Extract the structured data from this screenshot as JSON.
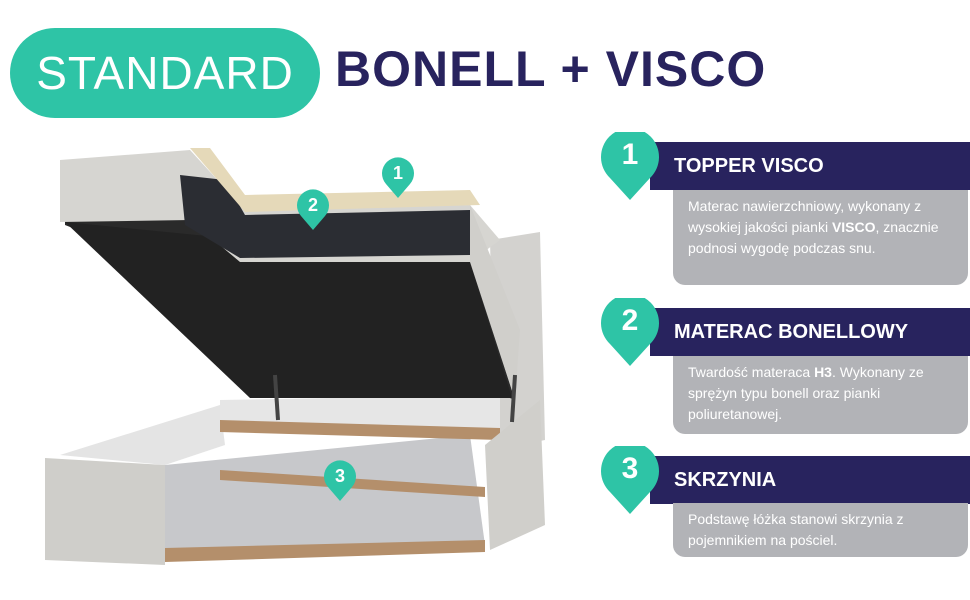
{
  "header": {
    "badge": "STANDARD",
    "title": "BONELL + VISCO"
  },
  "colors": {
    "teal": "#2ec4a6",
    "navy": "#28235e",
    "gray": "#b2b3b7"
  },
  "markers": [
    "1",
    "2",
    "3"
  ],
  "sections": [
    {
      "number": "1",
      "title": "TOPPER VISCO",
      "desc_pre": "Materac nawierzchniowy, wykonany z wysokiej jakości pianki ",
      "desc_bold": "VISCO",
      "desc_post": ", znacznie podnosi wygodę podczas snu."
    },
    {
      "number": "2",
      "title": "MATERAC BONELLOWY",
      "desc_pre": "Twardość materaca ",
      "desc_bold": "H3",
      "desc_post": ". Wykonany ze sprężyn typu bonell oraz pianki poliuretanowej."
    },
    {
      "number": "3",
      "title": "SKRZYNIA",
      "desc_pre": "Podstawę łóżka stanowi skrzynia z pojemnikiem na pościel.",
      "desc_bold": null,
      "desc_post": null
    }
  ]
}
